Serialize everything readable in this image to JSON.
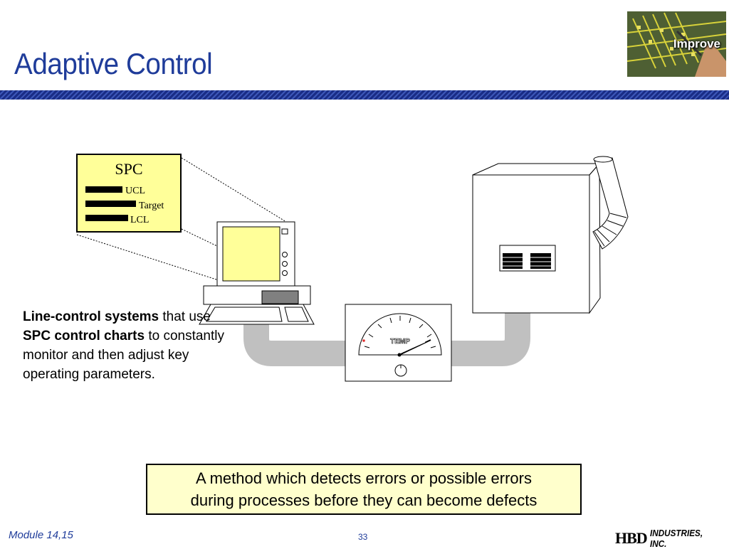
{
  "slide": {
    "title": "Adaptive Control"
  },
  "badge": {
    "label": "Improve"
  },
  "spc_chart": {
    "title": "SPC",
    "lines": [
      {
        "label": "UCL"
      },
      {
        "label": "Target"
      },
      {
        "label": "LCL"
      }
    ]
  },
  "gauge": {
    "label": "TEMP"
  },
  "description": {
    "bold1": "Line-control systems",
    "text1": " that use ",
    "bold2": "SPC control charts",
    "text2": " to constantly monitor and then adjust key operating parameters."
  },
  "definition": {
    "line1": "A method which detects errors or possible errors",
    "line2": "during processes before they can become defects"
  },
  "footer": {
    "module": "Module 14,15",
    "page_number": "33",
    "logo_mark": "HBD",
    "logo_text": "INDUSTRIES, INC."
  },
  "colors": {
    "title_blue": "#1f3c9a",
    "callout_fill": "#ffff99",
    "definition_fill": "#ffffcc",
    "pipe_gray": "#c0c0c0"
  }
}
